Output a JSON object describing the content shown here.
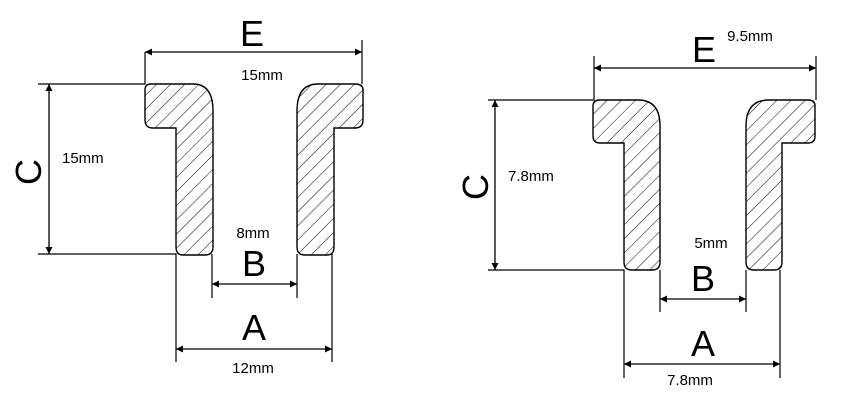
{
  "left": {
    "e_letter": "E",
    "e_value": "15mm",
    "c_letter": "C",
    "c_value": "15mm",
    "b_letter": "B",
    "b_value": "8mm",
    "a_letter": "A",
    "a_value": "12mm"
  },
  "right": {
    "e_letter": "E",
    "e_value": "9.5mm",
    "c_letter": "C",
    "c_value": "7.8mm",
    "b_letter": "B",
    "b_value": "5mm",
    "a_letter": "A",
    "a_value": "7.8mm"
  }
}
